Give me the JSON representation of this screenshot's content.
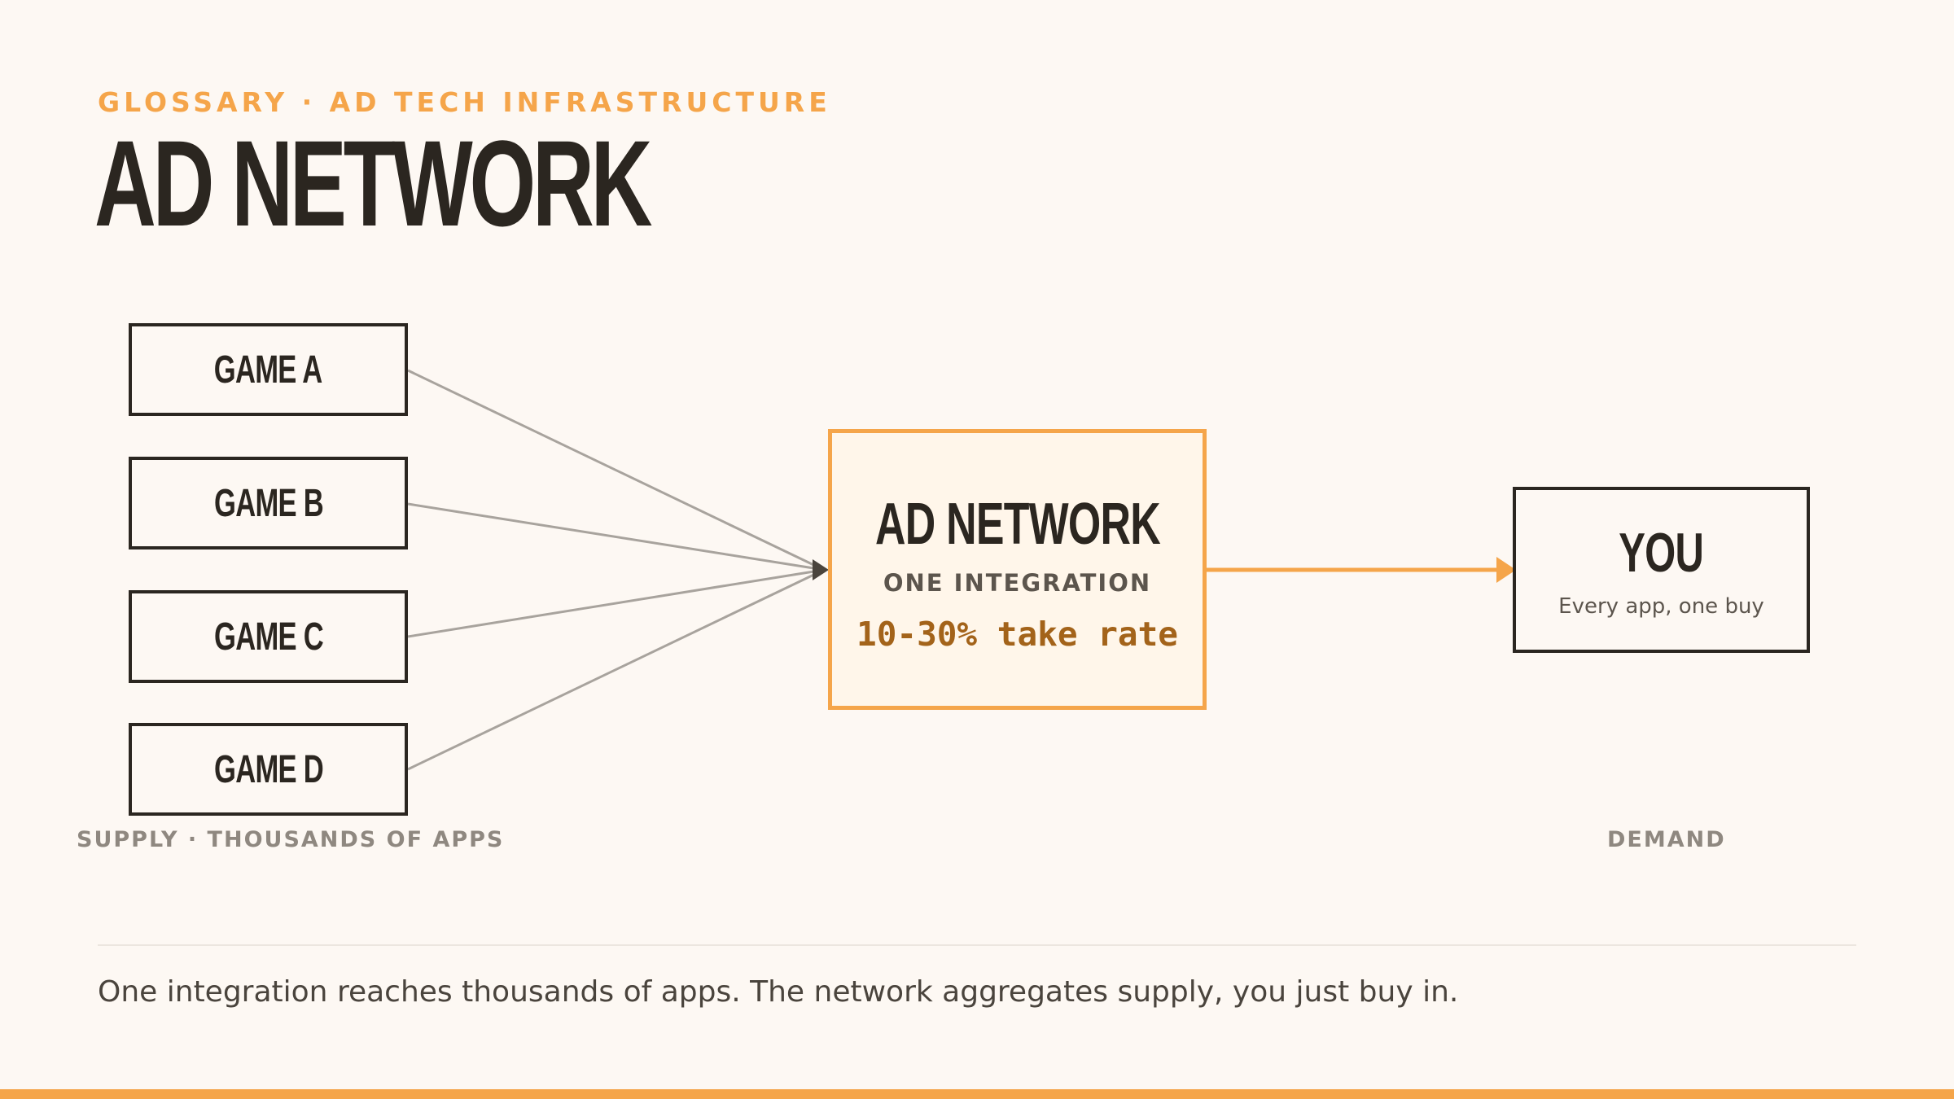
{
  "header": {
    "eyebrow": "GLOSSARY · AD TECH INFRASTRUCTURE",
    "title": "AD NETWORK"
  },
  "supply": {
    "games": [
      {
        "label": "GAME A"
      },
      {
        "label": "GAME B"
      },
      {
        "label": "GAME C"
      },
      {
        "label": "GAME D"
      }
    ],
    "caption": "SUPPLY · THOUSANDS OF APPS"
  },
  "network": {
    "title": "AD NETWORK",
    "subtitle": "ONE INTEGRATION",
    "rate": "10-30% take rate"
  },
  "demand": {
    "title": "YOU",
    "subtitle": "Every app, one buy",
    "caption": "DEMAND"
  },
  "footer": {
    "text": "One integration reaches thousands of apps. The network aggregates supply, you just buy in."
  },
  "colors": {
    "accent": "#f5a54a",
    "ink": "#2b2620",
    "connector": "#a8a39d",
    "background": "#fdf8f3"
  }
}
